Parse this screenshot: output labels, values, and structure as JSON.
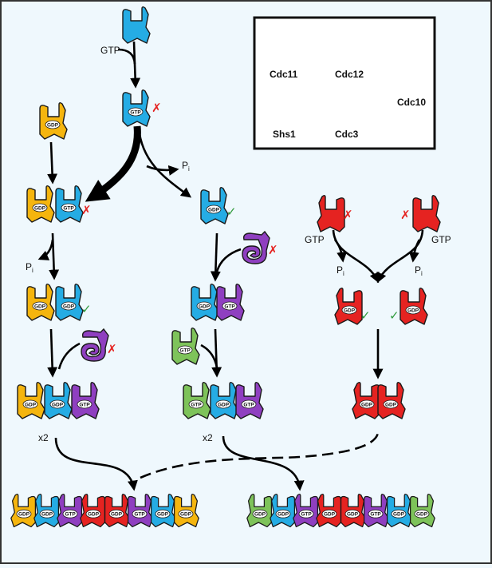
{
  "colors": {
    "cdc11": "#f5b50e",
    "cdc12": "#25ace4",
    "cdc10": "#e52321",
    "shs1": "#7ec35a",
    "cdc3": "#8f3fc0",
    "cross": "#e52321",
    "check": "#2f9a3c",
    "background": "#eff8fd",
    "border": "#333333"
  },
  "legend": {
    "cdc11": "Cdc11",
    "cdc12": "Cdc12",
    "cdc10": "Cdc10",
    "shs1": "Shs1",
    "cdc3": "Cdc3"
  },
  "labels": {
    "gtp": "GTP",
    "gdp": "GDP",
    "p": "P",
    "i": "i",
    "x2": "x2",
    "cross": "✗",
    "check": "✓"
  },
  "icons": {
    "arrows": "arrow-icon",
    "subunit": "septin-subunit-icon"
  }
}
